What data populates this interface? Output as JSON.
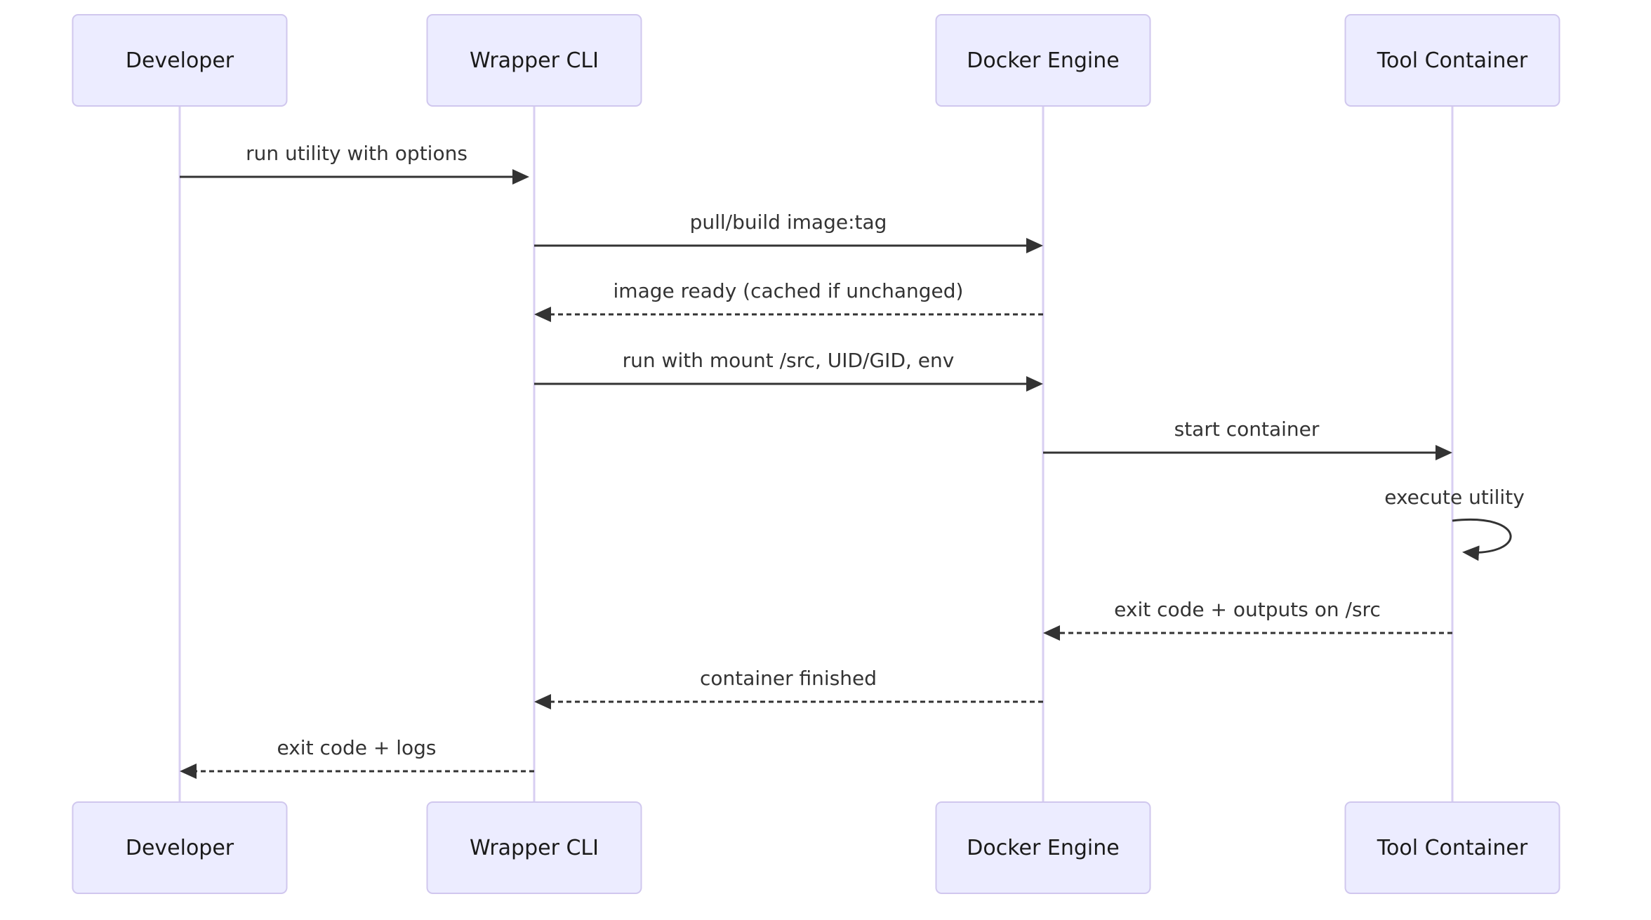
{
  "diagram": {
    "type": "sequence",
    "actors": [
      {
        "name": "Developer"
      },
      {
        "name": "Wrapper CLI"
      },
      {
        "name": "Docker Engine"
      },
      {
        "name": "Tool Container"
      }
    ],
    "messages": [
      {
        "from": "Developer",
        "to": "Wrapper CLI",
        "label": "run utility with options",
        "line": "solid"
      },
      {
        "from": "Wrapper CLI",
        "to": "Docker Engine",
        "label": "pull/build image:tag",
        "line": "solid"
      },
      {
        "from": "Docker Engine",
        "to": "Wrapper CLI",
        "label": "image ready (cached if unchanged)",
        "line": "dashed"
      },
      {
        "from": "Wrapper CLI",
        "to": "Docker Engine",
        "label": "run with mount /src, UID/GID, env",
        "line": "solid"
      },
      {
        "from": "Docker Engine",
        "to": "Tool Container",
        "label": "start container",
        "line": "solid"
      },
      {
        "from": "Tool Container",
        "to": "Tool Container",
        "label": "execute utility",
        "line": "self-loop"
      },
      {
        "from": "Tool Container",
        "to": "Docker Engine",
        "label": "exit code + outputs on /src",
        "line": "dashed"
      },
      {
        "from": "Docker Engine",
        "to": "Wrapper CLI",
        "label": "container finished",
        "line": "dashed"
      },
      {
        "from": "Wrapper CLI",
        "to": "Developer",
        "label": "exit code + logs",
        "line": "dashed"
      }
    ],
    "colors": {
      "actor_fill": "#ececff",
      "actor_border": "#d0c7ee",
      "lifeline": "#d8cff2",
      "arrow": "#333333",
      "message_text": "#333333",
      "actor_text": "#1a1a1a",
      "background": "#ffffff"
    }
  }
}
